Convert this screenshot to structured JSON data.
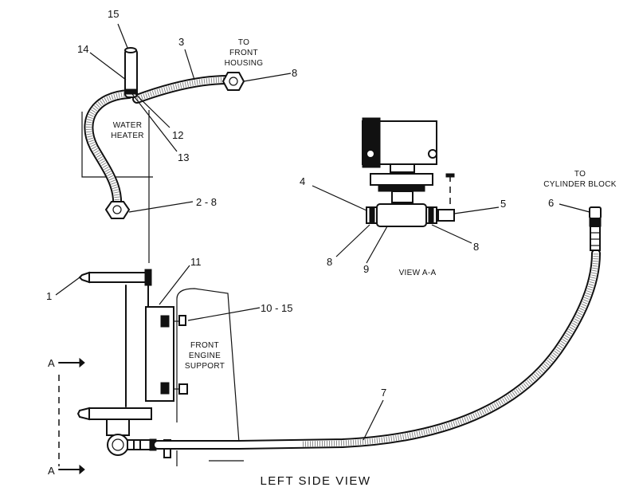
{
  "diagram": {
    "title": "LEFT SIDE VIEW",
    "view_label": "VIEW A-A",
    "section_marker": "A",
    "notes": {
      "to_front_housing": [
        "TO",
        "FRONT",
        "HOUSING"
      ],
      "to_cylinder_block": [
        "TO",
        "CYLINDER BLOCK"
      ],
      "water_heater": [
        "WATER",
        "HEATER"
      ],
      "front_engine_support": [
        "FRONT",
        "ENGINE",
        "SUPPORT"
      ]
    },
    "callouts": {
      "c15": "15",
      "c14": "14",
      "c3": "3",
      "c8_top": "8",
      "c12": "12",
      "c13": "13",
      "c2_8": "2 - 8",
      "c11": "11",
      "c1": "1",
      "c10_15": "10 - 15",
      "c7": "7",
      "c4": "4",
      "c5": "5",
      "c8_left": "8",
      "c9": "9",
      "c8_right": "8",
      "c6": "6"
    }
  }
}
